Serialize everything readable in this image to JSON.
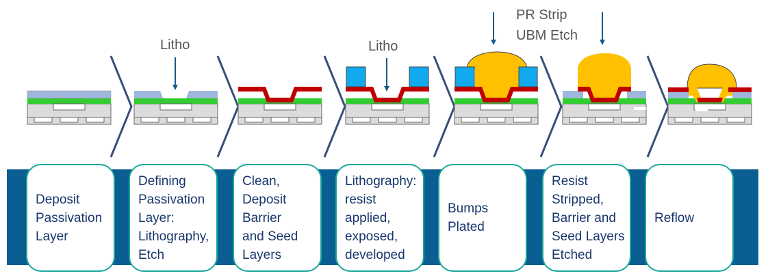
{
  "top_labels": [
    {
      "id": "litho-1",
      "text": "Litho"
    },
    {
      "id": "litho-2",
      "text": "Litho"
    },
    {
      "id": "pr-strip",
      "text": "PR Strip"
    },
    {
      "id": "ubm-etch",
      "text": "UBM Etch"
    }
  ],
  "steps": [
    {
      "id": "deposit-passivation",
      "label": "Deposit\nPassivation\nLayer"
    },
    {
      "id": "defining-passivation",
      "label": "Defining\nPassivation\nLayer:\nLithography,\nEtch"
    },
    {
      "id": "clean-deposit",
      "label": "Clean,\nDeposit\nBarrier\nand Seed\nLayers"
    },
    {
      "id": "lithography",
      "label": "Lithography:\nresist\napplied,\nexposed,\ndeveloped"
    },
    {
      "id": "bumps-plated",
      "label": "Bumps\nPlated"
    },
    {
      "id": "resist-stripped",
      "label": "Resist\nStripped,\nBarrier and\nSeed Layers\nEtched"
    },
    {
      "id": "reflow",
      "label": "Reflow"
    }
  ],
  "colors": {
    "band": "#0a5e91",
    "card_border": "#1aa89a",
    "text": "#17366b",
    "label": "#555555",
    "arrow": "#1a5a88",
    "chevron": "#3a4f78",
    "substrate": "#dcdcdc",
    "green": "#33cc33",
    "passivation": "#9fb7dc",
    "red": "#c00000",
    "resist": "#11aaee",
    "bump": "#ffc000"
  }
}
